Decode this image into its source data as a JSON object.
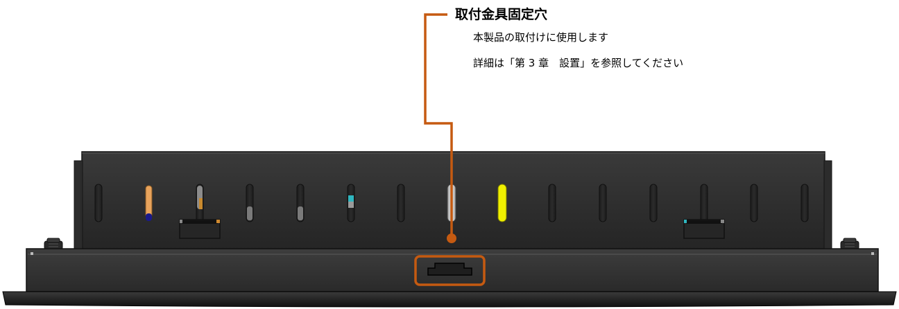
{
  "callout": {
    "title": "取付金具固定穴",
    "lines": [
      "本製品の取付けに使用します",
      "詳細は「第 3 章　設置」を参照してください"
    ]
  },
  "colors": {
    "callout_accent": "#c55a11",
    "panel_body": "#2e2e2e",
    "bezel": "#333333"
  }
}
